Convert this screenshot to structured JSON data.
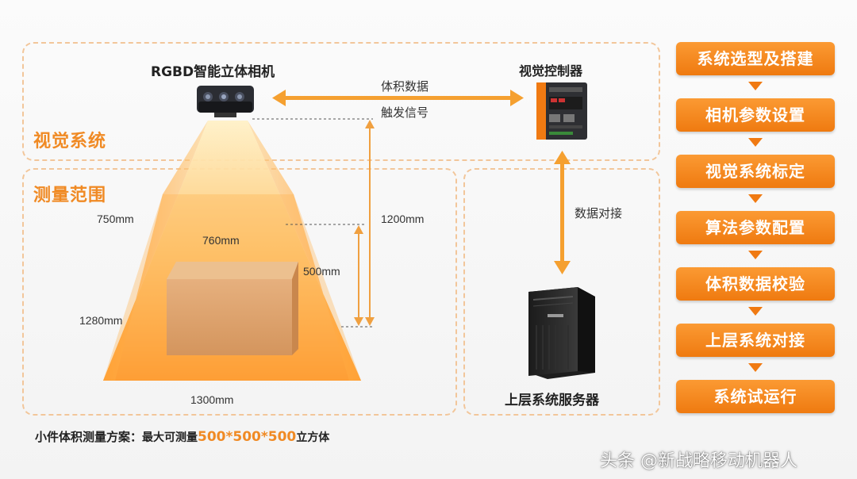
{
  "regions": {
    "vision_system": "视觉系统",
    "measurement_range": "测量范围"
  },
  "camera": {
    "label": "RGBD智能立体相机"
  },
  "controller": {
    "label": "视觉控制器"
  },
  "server": {
    "label": "上层系统服务器"
  },
  "links": {
    "camera_controller_top": "体积数据",
    "camera_controller_bottom": "触发信号",
    "controller_server": "数据对接"
  },
  "dimensions": {
    "top_width": "750mm",
    "box_width": "760mm",
    "height_total": "1200mm",
    "box_height": "500mm",
    "mid_width": "1280mm",
    "bottom_width": "1300mm"
  },
  "workflow": {
    "steps": [
      "系统选型及搭建",
      "相机参数设置",
      "视觉系统标定",
      "算法参数配置",
      "体积数据校验",
      "上层系统对接",
      "系统试运行"
    ]
  },
  "caption": {
    "prefix": "小件体积测量方案：",
    "middle": "最大可测量",
    "highlight": "500*500*500",
    "suffix": "立方体"
  },
  "watermark": "头条 @新战略移动机器人",
  "colors": {
    "accent": "#f08a24",
    "step_bg": "#f58520",
    "dashed_border": "#f2c69a"
  }
}
